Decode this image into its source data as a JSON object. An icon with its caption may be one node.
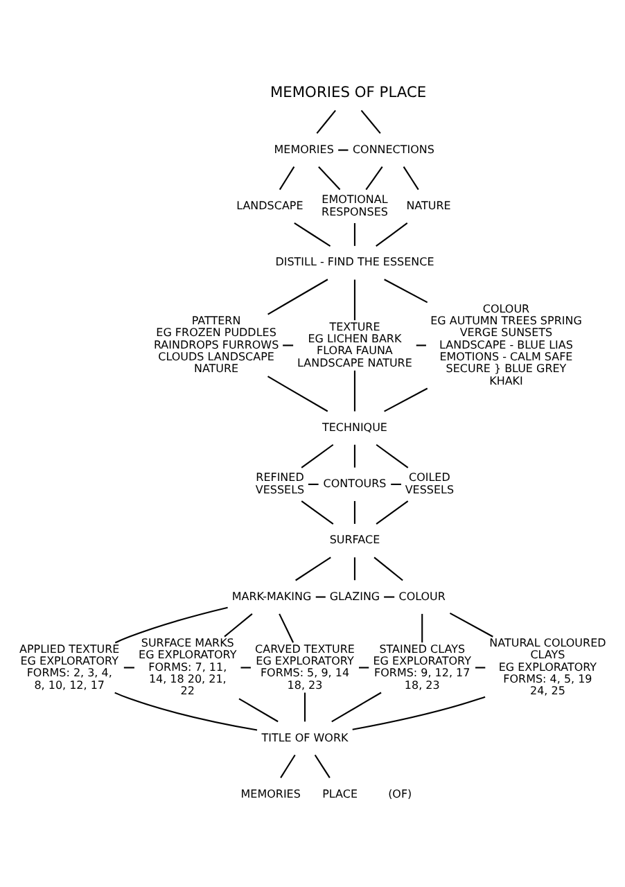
{
  "diagram": {
    "nodes": [
      {
        "text": [
          "MEMORIES OF PLACE"
        ]
      },
      {
        "text": [
          "MEMORIES"
        ]
      },
      {
        "text": [
          "CONNECTIONS"
        ]
      },
      {
        "text": [
          "LANDSCAPE"
        ]
      },
      {
        "text": [
          "EMOTIONAL RESPONSES"
        ]
      },
      {
        "text": [
          "NATURE"
        ]
      },
      {
        "text": [
          "DISTILL - FIND THE ESSENCE"
        ]
      },
      {
        "text": [
          "PATTERN",
          "EG FROZEN PUDDLES RAINDROPS FURROWS CLOUDS LANDSCAPE NATURE"
        ]
      },
      {
        "text": [
          "TEXTURE",
          "EG LICHEN BARK FLORA FAUNA LANDSCAPE NATURE"
        ]
      },
      {
        "text": [
          "COLOUR",
          "EG AUTUMN TREES SPRING VERGE SUNSETS LANDSCAPE - BLUE LIAS EMOTIONS - CALM SAFE SECURE } BLUE GREY KHAKI"
        ]
      },
      {
        "text": [
          "TECHNIQUE"
        ]
      },
      {
        "text": [
          "REFINED VESSELS"
        ]
      },
      {
        "text": [
          "CONTOURS"
        ]
      },
      {
        "text": [
          "COILED VESSELS"
        ]
      },
      {
        "text": [
          "SURFACE"
        ]
      },
      {
        "text": [
          "MARK-MAKING"
        ]
      },
      {
        "text": [
          "GLAZING"
        ]
      },
      {
        "text": [
          "COLOUR"
        ]
      },
      {
        "text": [
          "APPLIED TEXTURE",
          "EG EXPLORATORY FORMS: 2, 3, 4, 8, 10, 12, 17"
        ]
      },
      {
        "text": [
          "SURFACE MARKS",
          "EG EXPLORATORY FORMS: 7, 11, 14, 18 20, 21, 22"
        ]
      },
      {
        "text": [
          "CARVED TEXTURE",
          "EG EXPLORATORY FORMS: 5, 9, 14 18, 23"
        ]
      },
      {
        "text": [
          "STAINED CLAYS",
          "EG EXPLORATORY FORMS: 9, 12, 17 18, 23"
        ]
      },
      {
        "text": [
          "NATURAL COLOURED CLAYS",
          "EG EXPLORATORY FORMS: 4, 5, 19 24, 25"
        ]
      },
      {
        "text": [
          "TITLE OF WORK"
        ]
      },
      {
        "text": [
          "MEMORIES"
        ]
      },
      {
        "text": [
          "(OF)"
        ]
      },
      {
        "text": [
          "PLACE"
        ]
      }
    ],
    "edges": [
      {
        "from": 0,
        "to": 1,
        "arrow": "none"
      },
      {
        "from": 0,
        "to": 2,
        "arrow": "none"
      },
      {
        "from": 1,
        "to": 2,
        "arrow": "none"
      },
      {
        "from": 1,
        "to": 3,
        "arrow": "none"
      },
      {
        "from": 1,
        "to": 4,
        "arrow": "none"
      },
      {
        "from": 2,
        "to": 4,
        "arrow": "none"
      },
      {
        "from": 2,
        "to": 5,
        "arrow": "none"
      },
      {
        "from": 3,
        "to": 6,
        "arrow": "none"
      },
      {
        "from": 4,
        "to": 6,
        "arrow": "none"
      },
      {
        "from": 5,
        "to": 6,
        "arrow": "none"
      },
      {
        "from": 6,
        "to": 7,
        "arrow": "none"
      },
      {
        "from": 6,
        "to": 8,
        "arrow": "none"
      },
      {
        "from": 6,
        "to": 9,
        "arrow": "none"
      },
      {
        "from": 7,
        "to": 8,
        "arrow": "none"
      },
      {
        "from": 8,
        "to": 9,
        "arrow": "none"
      },
      {
        "from": 7,
        "to": 10,
        "arrow": "none"
      },
      {
        "from": 8,
        "to": 10,
        "arrow": "none"
      },
      {
        "from": 9,
        "to": 10,
        "arrow": "none"
      },
      {
        "from": 10,
        "to": 11,
        "arrow": "none"
      },
      {
        "from": 10,
        "to": 12,
        "arrow": "none"
      },
      {
        "from": 10,
        "to": 13,
        "arrow": "none"
      },
      {
        "from": 11,
        "to": 12,
        "arrow": "none"
      },
      {
        "from": 12,
        "to": 13,
        "arrow": "none"
      },
      {
        "from": 11,
        "to": 14,
        "arrow": "none"
      },
      {
        "from": 12,
        "to": 14,
        "arrow": "none"
      },
      {
        "from": 13,
        "to": 14,
        "arrow": "none"
      },
      {
        "from": 14,
        "to": 15,
        "arrow": "none"
      },
      {
        "from": 14,
        "to": 16,
        "arrow": "none"
      },
      {
        "from": 14,
        "to": 17,
        "arrow": "none"
      },
      {
        "from": 15,
        "to": 16,
        "arrow": "none"
      },
      {
        "from": 16,
        "to": 17,
        "arrow": "none"
      },
      {
        "from": 15,
        "to": 18,
        "arrow": "none"
      },
      {
        "from": 15,
        "to": 19,
        "arrow": "none"
      },
      {
        "from": 15,
        "to": 20,
        "arrow": "none"
      },
      {
        "from": 17,
        "to": 21,
        "arrow": "none"
      },
      {
        "from": 17,
        "to": 22,
        "arrow": "none"
      },
      {
        "from": 18,
        "to": 19,
        "arrow": "none"
      },
      {
        "from": 19,
        "to": 20,
        "arrow": "none"
      },
      {
        "from": 20,
        "to": 21,
        "arrow": "none"
      },
      {
        "from": 21,
        "to": 22,
        "arrow": "none"
      },
      {
        "from": 18,
        "to": 23,
        "arrow": "none"
      },
      {
        "from": 19,
        "to": 23,
        "arrow": "none"
      },
      {
        "from": 20,
        "to": 23,
        "arrow": "none"
      },
      {
        "from": 21,
        "to": 23,
        "arrow": "none"
      },
      {
        "from": 22,
        "to": 23,
        "arrow": "none"
      },
      {
        "from": 23,
        "to": 24,
        "arrow": "none"
      },
      {
        "from": 23,
        "to": 26,
        "arrow": "none"
      }
    ]
  }
}
